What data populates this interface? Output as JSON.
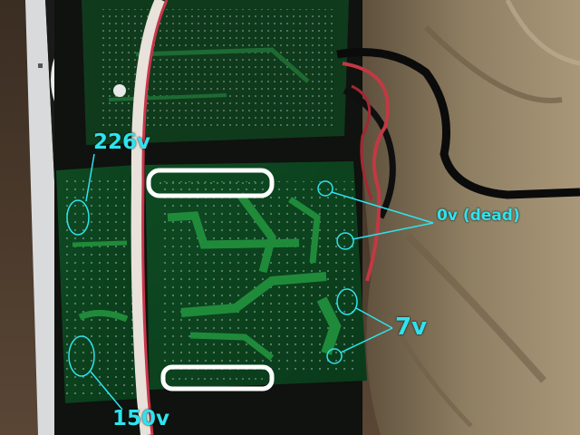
{
  "annotations": {
    "v226": "226v",
    "v150": "150v",
    "v7": "7v",
    "v0": "0v (dead)"
  },
  "colors": {
    "annotation": "#2fe3ee",
    "highlight": "#ffffff",
    "pcb": "#0d4d22",
    "trace": "#1f8b3a"
  }
}
